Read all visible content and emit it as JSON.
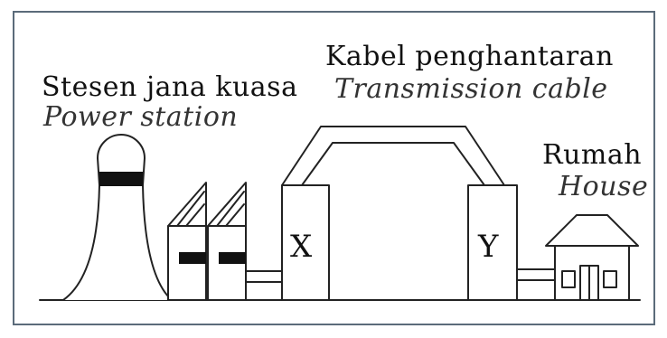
{
  "labels": {
    "power_station_ms": "Stesen jana kuasa",
    "power_station_en": "Power station",
    "cable_ms": "Kabel penghantaran",
    "cable_en": "Transmission cable",
    "house_ms": "Rumah",
    "house_en": "House",
    "transformer_x": "X",
    "transformer_y": "Y"
  },
  "colors": {
    "line": "#222222",
    "fill": "#ffffff",
    "frame": "#5b6b7a"
  },
  "icons": {
    "cooling_tower": "cooling-tower-icon",
    "generator": "generator-building-icon",
    "house": "house-icon"
  }
}
